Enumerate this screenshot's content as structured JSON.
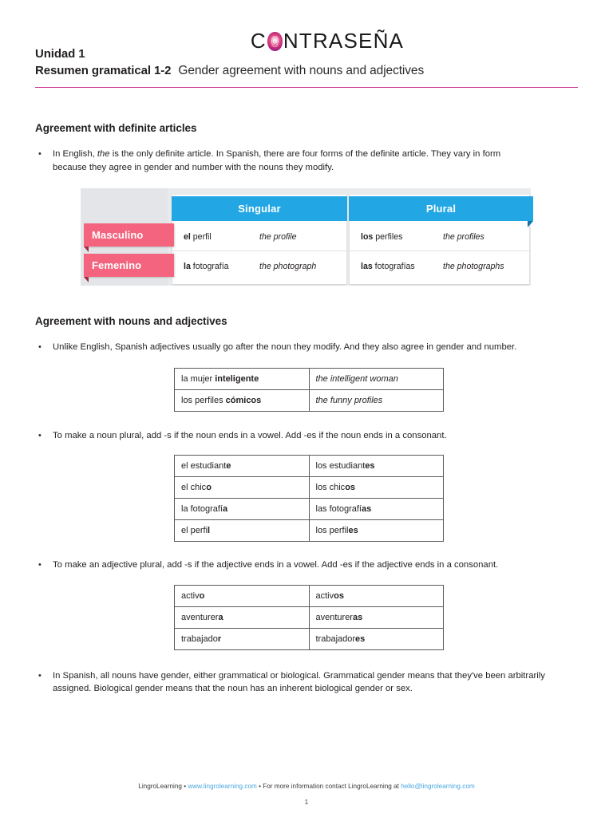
{
  "document": {
    "brand": {
      "name_part1": "C",
      "logo_mark": "fingerprint-oval-icon",
      "name_part2": "NTRASE",
      "name_part3": "A",
      "tilde_n": "Ñ"
    },
    "header": {
      "unit_label": "Unidad 1",
      "summary_label": "Resumen gramatical 1-2",
      "subtitle": "Gender agreement with nouns and adjectives",
      "rule_color": "#cc2d96"
    },
    "sections": [
      {
        "heading": "Agreement with definite articles",
        "bullets": [
          {
            "prefix": "In English, ",
            "italic": "the",
            "suffix": " is the only definite article. In Spanish, there are four forms of the definite article. They vary in form because they agree in gender and number with the nouns they modify."
          }
        ]
      },
      {
        "heading": "Agreement with nouns and adjectives",
        "bullets": [
          {
            "text": "Unlike English, Spanish adjectives usually go after the noun they modify. And they also agree in gender and number."
          },
          {
            "text": "To make a noun plural, add -s if the noun ends in a vowel. Add -es if the noun ends in a consonant."
          },
          {
            "text": "To make an adjective plural, add -s if the adjective ends in a vowel. Add -es if the adjective ends in a consonant."
          },
          {
            "text": "In Spanish, all nouns have gender, either grammatical or biological. Grammatical gender means that they've been arbitrarily assigned. Biological gender means that the noun has an inherent biological gender or sex."
          }
        ]
      }
    ],
    "article_table": {
      "column_headers": [
        "Singular",
        "Plural"
      ],
      "row_headers": [
        "Masculino",
        "Femenino"
      ],
      "header_bg": "#22a7e4",
      "rowheader_bg": "#f4647e",
      "cells": {
        "masculino_singular": {
          "article": "el",
          "noun": " perfil",
          "english": "the profile"
        },
        "masculino_plural": {
          "article": "los",
          "noun": " perfiles",
          "english": "the profiles"
        },
        "femenino_singular": {
          "article": "la",
          "noun": " fotografía",
          "english": "the photograph"
        },
        "femenino_plural": {
          "article": "las",
          "noun": " fotografías",
          "english": "the photographs"
        }
      }
    },
    "adjective_examples_table": {
      "rows": [
        {
          "spanish_plain": "la mujer ",
          "spanish_bold": "inteligente",
          "english": "the intelligent woman"
        },
        {
          "spanish_plain": "los perfiles ",
          "spanish_bold": "cómicos",
          "english": "the funny profiles"
        }
      ]
    },
    "noun_plural_table": {
      "rows": [
        {
          "sing_plain": "el estudiant",
          "sing_bold": "e",
          "plur_plain": "los estudiant",
          "plur_bold": "es"
        },
        {
          "sing_plain": "el chic",
          "sing_bold": "o",
          "plur_plain": "los chic",
          "plur_bold": "os"
        },
        {
          "sing_plain": "la fotografí",
          "sing_bold": "a",
          "plur_plain": "las fotografí",
          "plur_bold": "as"
        },
        {
          "sing_plain": "el perfi",
          "sing_bold": "l",
          "plur_plain": "los perfil",
          "plur_bold": "es"
        }
      ]
    },
    "adjective_plural_table": {
      "rows": [
        {
          "sing_plain": "activ",
          "sing_bold": "o",
          "plur_plain": "activ",
          "plur_bold": "os"
        },
        {
          "sing_plain": "aventurer",
          "sing_bold": "a",
          "plur_plain": "aventurer",
          "plur_bold": "as"
        },
        {
          "sing_plain": "trabajado",
          "sing_bold": "r",
          "plur_plain": "trabajador",
          "plur_bold": "es"
        }
      ]
    },
    "footer": {
      "company": "LingroLearning",
      "sep1": " • ",
      "website": "www.lingrolearning.com",
      "sep2": " • ",
      "contact_text": "For more information contact LingroLearning at ",
      "email": "hello@lingrolearning.com",
      "page_number": "1",
      "link_color": "#4aa8e0"
    }
  }
}
